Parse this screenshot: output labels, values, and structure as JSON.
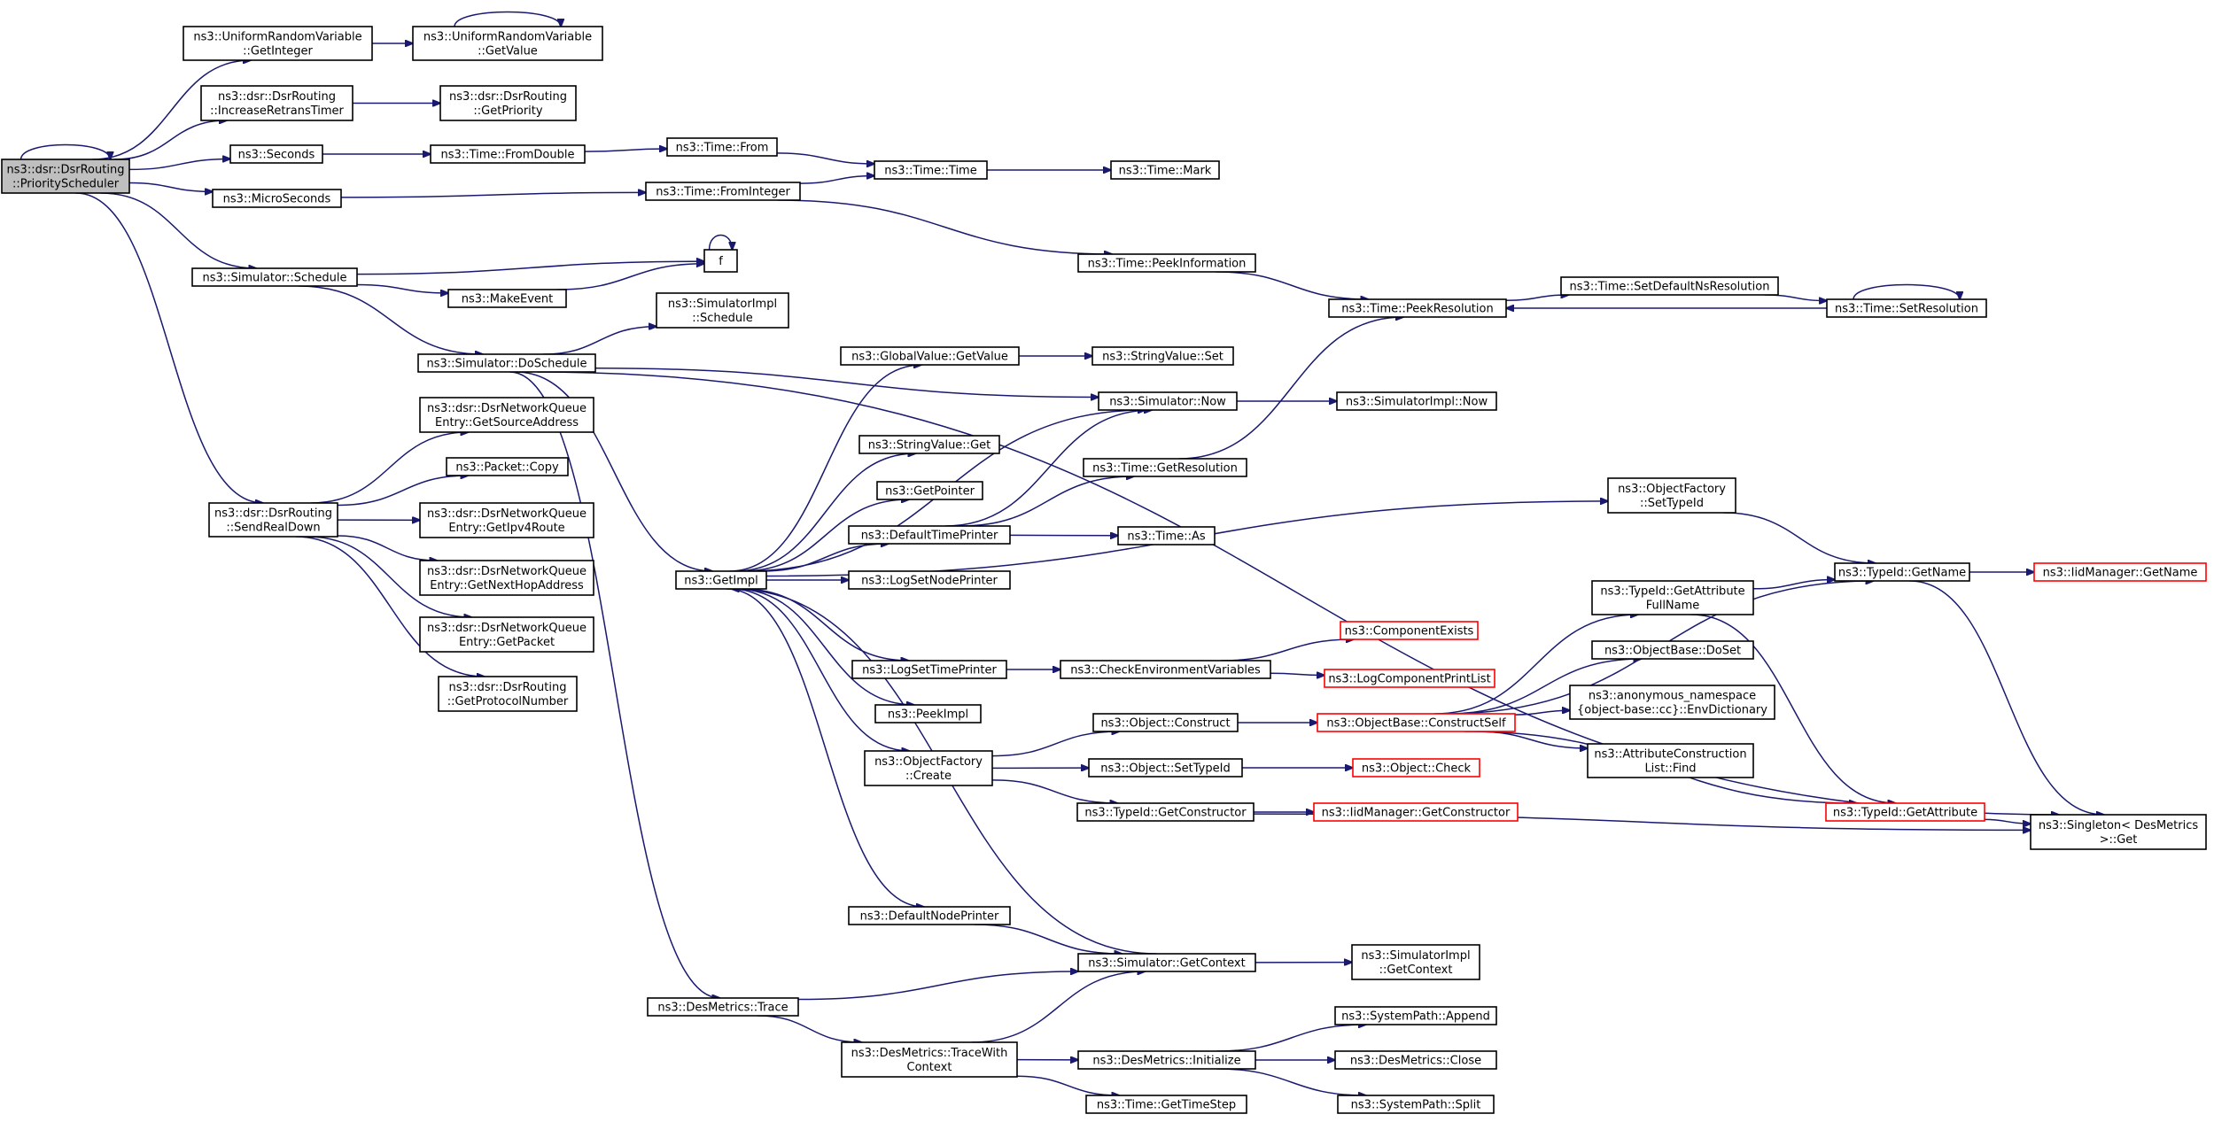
{
  "colors": {
    "edge": "#191970",
    "root_fill": "#bfbfbf",
    "truncated_border": "#ff0000"
  },
  "nodes": [
    {
      "id": "root",
      "lines": [
        "ns3::dsr::DsrRouting",
        "::PriorityScheduler"
      ],
      "style": "root"
    },
    {
      "id": "urv_getint",
      "lines": [
        "ns3::UniformRandomVariable",
        "::GetInteger"
      ]
    },
    {
      "id": "urv_getval",
      "lines": [
        "ns3::UniformRandomVariable",
        "::GetValue"
      ]
    },
    {
      "id": "dsr_incretrans",
      "lines": [
        "ns3::dsr::DsrRouting",
        "::IncreaseRetransTimer"
      ]
    },
    {
      "id": "dsr_getprio",
      "lines": [
        "ns3::dsr::DsrRouting",
        "::GetPriority"
      ]
    },
    {
      "id": "seconds",
      "lines": [
        "ns3::Seconds"
      ]
    },
    {
      "id": "time_fromdouble",
      "lines": [
        "ns3::Time::FromDouble"
      ]
    },
    {
      "id": "time_from",
      "lines": [
        "ns3::Time::From"
      ]
    },
    {
      "id": "time_time",
      "lines": [
        "ns3::Time::Time"
      ]
    },
    {
      "id": "time_mark",
      "lines": [
        "ns3::Time::Mark"
      ]
    },
    {
      "id": "microseconds",
      "lines": [
        "ns3::MicroSeconds"
      ]
    },
    {
      "id": "time_frominteger",
      "lines": [
        "ns3::Time::FromInteger"
      ]
    },
    {
      "id": "time_peekinfo",
      "lines": [
        "ns3::Time::PeekInformation"
      ]
    },
    {
      "id": "time_peekres",
      "lines": [
        "ns3::Time::PeekResolution"
      ]
    },
    {
      "id": "time_setdefres",
      "lines": [
        "ns3::Time::SetDefaultNsResolution"
      ]
    },
    {
      "id": "time_setres",
      "lines": [
        "ns3::Time::SetResolution"
      ]
    },
    {
      "id": "sim_schedule",
      "lines": [
        "ns3::Simulator::Schedule"
      ]
    },
    {
      "id": "f",
      "lines": [
        "f"
      ]
    },
    {
      "id": "makeevent",
      "lines": [
        "ns3::MakeEvent"
      ]
    },
    {
      "id": "simimpl_schedule",
      "lines": [
        "ns3::SimulatorImpl",
        "::Schedule"
      ]
    },
    {
      "id": "sim_doschedule",
      "lines": [
        "ns3::Simulator::DoSchedule"
      ]
    },
    {
      "id": "gv_getvalue",
      "lines": [
        "ns3::GlobalValue::GetValue"
      ]
    },
    {
      "id": "sv_set",
      "lines": [
        "ns3::StringValue::Set"
      ]
    },
    {
      "id": "sim_now",
      "lines": [
        "ns3::Simulator::Now"
      ]
    },
    {
      "id": "simimpl_now",
      "lines": [
        "ns3::SimulatorImpl::Now"
      ]
    },
    {
      "id": "nq_getsrc",
      "lines": [
        "ns3::dsr::DsrNetworkQueue",
        "Entry::GetSourceAddress"
      ]
    },
    {
      "id": "packet_copy",
      "lines": [
        "ns3::Packet::Copy"
      ]
    },
    {
      "id": "nq_getipv4",
      "lines": [
        "ns3::dsr::DsrNetworkQueue",
        "Entry::GetIpv4Route"
      ]
    },
    {
      "id": "nq_getnexthop",
      "lines": [
        "ns3::dsr::DsrNetworkQueue",
        "Entry::GetNextHopAddress"
      ]
    },
    {
      "id": "nq_getpacket",
      "lines": [
        "ns3::dsr::DsrNetworkQueue",
        "Entry::GetPacket"
      ]
    },
    {
      "id": "dsr_getproto",
      "lines": [
        "ns3::dsr::DsrRouting",
        "::GetProtocolNumber"
      ]
    },
    {
      "id": "dsr_sendrealdown",
      "lines": [
        "ns3::dsr::DsrRouting",
        "::SendRealDown"
      ]
    },
    {
      "id": "sv_get",
      "lines": [
        "ns3::StringValue::Get"
      ]
    },
    {
      "id": "time_getres",
      "lines": [
        "ns3::Time::GetResolution"
      ]
    },
    {
      "id": "getpointer",
      "lines": [
        "ns3::GetPointer"
      ]
    },
    {
      "id": "defaulttimeprinter",
      "lines": [
        "ns3::DefaultTimePrinter"
      ]
    },
    {
      "id": "time_as",
      "lines": [
        "ns3::Time::As"
      ]
    },
    {
      "id": "getimpl",
      "lines": [
        "ns3::GetImpl"
      ]
    },
    {
      "id": "logsetnodeprinter",
      "lines": [
        "ns3::LogSetNodePrinter"
      ]
    },
    {
      "id": "of_settypeid",
      "lines": [
        "ns3::ObjectFactory",
        "::SetTypeId"
      ]
    },
    {
      "id": "typeid_getname",
      "lines": [
        "ns3::TypeId::GetName"
      ]
    },
    {
      "id": "iidmgr_getname",
      "lines": [
        "ns3::IidManager::GetName"
      ],
      "style": "truncated"
    },
    {
      "id": "typeid_getattrfullname",
      "lines": [
        "ns3::TypeId::GetAttribute",
        "FullName"
      ]
    },
    {
      "id": "componentexists",
      "lines": [
        "ns3::ComponentExists"
      ],
      "style": "truncated"
    },
    {
      "id": "logsettimeprinter",
      "lines": [
        "ns3::LogSetTimePrinter"
      ]
    },
    {
      "id": "checkenvvars",
      "lines": [
        "ns3::CheckEnvironmentVariables"
      ]
    },
    {
      "id": "logcomponentprintlist",
      "lines": [
        "ns3::LogComponentPrintList"
      ],
      "style": "truncated"
    },
    {
      "id": "objectbase_doset",
      "lines": [
        "ns3::ObjectBase::DoSet"
      ]
    },
    {
      "id": "peekimpl",
      "lines": [
        "ns3::PeekImpl"
      ]
    },
    {
      "id": "anon_envdict",
      "lines": [
        "ns3::anonymous_namespace",
        "{object-base::cc}::EnvDictionary"
      ]
    },
    {
      "id": "object_construct",
      "lines": [
        "ns3::Object::Construct"
      ]
    },
    {
      "id": "objectbase_constructself",
      "lines": [
        "ns3::ObjectBase::ConstructSelf"
      ],
      "style": "truncated"
    },
    {
      "id": "attrconstructionlist_find",
      "lines": [
        "ns3::AttributeConstruction",
        "List::Find"
      ]
    },
    {
      "id": "of_create",
      "lines": [
        "ns3::ObjectFactory",
        "::Create"
      ]
    },
    {
      "id": "object_settypeid",
      "lines": [
        "ns3::Object::SetTypeId"
      ]
    },
    {
      "id": "object_check",
      "lines": [
        "ns3::Object::Check"
      ],
      "style": "truncated"
    },
    {
      "id": "typeid_getconstructor",
      "lines": [
        "ns3::TypeId::GetConstructor"
      ]
    },
    {
      "id": "iidmgr_getconstructor",
      "lines": [
        "ns3::IidManager::GetConstructor"
      ],
      "style": "truncated"
    },
    {
      "id": "typeid_getattribute",
      "lines": [
        "ns3::TypeId::GetAttribute"
      ],
      "style": "truncated"
    },
    {
      "id": "singleton_get",
      "lines": [
        "ns3::Singleton< DesMetrics",
        ">::Get"
      ]
    },
    {
      "id": "defaultnodeprinter",
      "lines": [
        "ns3::DefaultNodePrinter"
      ]
    },
    {
      "id": "sim_getcontext",
      "lines": [
        "ns3::Simulator::GetContext"
      ]
    },
    {
      "id": "simimpl_getcontext",
      "lines": [
        "ns3::SimulatorImpl",
        "::GetContext"
      ]
    },
    {
      "id": "desmetrics_trace",
      "lines": [
        "ns3::DesMetrics::Trace"
      ]
    },
    {
      "id": "desmetrics_tracewithcontext",
      "lines": [
        "ns3::DesMetrics::TraceWith",
        "Context"
      ]
    },
    {
      "id": "desmetrics_initialize",
      "lines": [
        "ns3::DesMetrics::Initialize"
      ]
    },
    {
      "id": "systempath_append",
      "lines": [
        "ns3::SystemPath::Append"
      ]
    },
    {
      "id": "desmetrics_close",
      "lines": [
        "ns3::DesMetrics::Close"
      ]
    },
    {
      "id": "systempath_split",
      "lines": [
        "ns3::SystemPath::Split"
      ]
    },
    {
      "id": "time_gettimestep",
      "lines": [
        "ns3::Time::GetTimeStep"
      ]
    }
  ],
  "edges": [
    [
      "root",
      "root"
    ],
    [
      "root",
      "urv_getint"
    ],
    [
      "root",
      "dsr_incretrans"
    ],
    [
      "root",
      "seconds"
    ],
    [
      "root",
      "microseconds"
    ],
    [
      "root",
      "sim_schedule"
    ],
    [
      "root",
      "dsr_sendrealdown"
    ],
    [
      "urv_getint",
      "urv_getval"
    ],
    [
      "urv_getval",
      "urv_getval"
    ],
    [
      "dsr_incretrans",
      "dsr_getprio"
    ],
    [
      "seconds",
      "time_fromdouble"
    ],
    [
      "time_fromdouble",
      "time_from"
    ],
    [
      "time_from",
      "time_time"
    ],
    [
      "time_time",
      "time_mark"
    ],
    [
      "microseconds",
      "time_frominteger"
    ],
    [
      "time_frominteger",
      "time_time"
    ],
    [
      "time_frominteger",
      "time_peekinfo"
    ],
    [
      "time_peekinfo",
      "time_peekres"
    ],
    [
      "time_peekres",
      "time_setdefres"
    ],
    [
      "time_setdefres",
      "time_setres"
    ],
    [
      "time_setres",
      "time_setres"
    ],
    [
      "time_setres",
      "time_peekres"
    ],
    [
      "sim_schedule",
      "f"
    ],
    [
      "sim_schedule",
      "makeevent"
    ],
    [
      "sim_schedule",
      "sim_doschedule"
    ],
    [
      "f",
      "f"
    ],
    [
      "makeevent",
      "f"
    ],
    [
      "sim_doschedule",
      "simimpl_schedule"
    ],
    [
      "sim_doschedule",
      "sim_now"
    ],
    [
      "sim_doschedule",
      "getimpl"
    ],
    [
      "sim_doschedule",
      "singleton_get"
    ],
    [
      "sim_doschedule",
      "desmetrics_trace"
    ],
    [
      "dsr_sendrealdown",
      "nq_getsrc"
    ],
    [
      "dsr_sendrealdown",
      "packet_copy"
    ],
    [
      "dsr_sendrealdown",
      "nq_getipv4"
    ],
    [
      "dsr_sendrealdown",
      "nq_getnexthop"
    ],
    [
      "dsr_sendrealdown",
      "nq_getpacket"
    ],
    [
      "dsr_sendrealdown",
      "dsr_getproto"
    ],
    [
      "getimpl",
      "gv_getvalue"
    ],
    [
      "getimpl",
      "sim_now"
    ],
    [
      "getimpl",
      "sv_get"
    ],
    [
      "getimpl",
      "getpointer"
    ],
    [
      "getimpl",
      "defaulttimeprinter"
    ],
    [
      "getimpl",
      "logsetnodeprinter"
    ],
    [
      "getimpl",
      "of_settypeid"
    ],
    [
      "getimpl",
      "logsettimeprinter"
    ],
    [
      "getimpl",
      "peekimpl"
    ],
    [
      "getimpl",
      "of_create"
    ],
    [
      "getimpl",
      "defaultnodeprinter"
    ],
    [
      "gv_getvalue",
      "sv_set"
    ],
    [
      "sim_now",
      "simimpl_now"
    ],
    [
      "defaulttimeprinter",
      "sim_now"
    ],
    [
      "defaulttimeprinter",
      "time_getres"
    ],
    [
      "defaulttimeprinter",
      "time_as"
    ],
    [
      "time_getres",
      "time_peekres"
    ],
    [
      "of_settypeid",
      "typeid_getname"
    ],
    [
      "typeid_getname",
      "iidmgr_getname"
    ],
    [
      "typeid_getname",
      "singleton_get"
    ],
    [
      "logsettimeprinter",
      "checkenvvars"
    ],
    [
      "checkenvvars",
      "componentexists"
    ],
    [
      "checkenvvars",
      "logcomponentprintlist"
    ],
    [
      "of_create",
      "object_construct"
    ],
    [
      "of_create",
      "object_settypeid"
    ],
    [
      "of_create",
      "typeid_getconstructor"
    ],
    [
      "object_construct",
      "objectbase_constructself"
    ],
    [
      "object_settypeid",
      "object_check"
    ],
    [
      "typeid_getconstructor",
      "iidmgr_getconstructor"
    ],
    [
      "typeid_getconstructor",
      "singleton_get"
    ],
    [
      "objectbase_constructself",
      "typeid_getname"
    ],
    [
      "objectbase_constructself",
      "typeid_getattrfullname"
    ],
    [
      "objectbase_constructself",
      "objectbase_doset"
    ],
    [
      "objectbase_constructself",
      "anon_envdict"
    ],
    [
      "objectbase_constructself",
      "attrconstructionlist_find"
    ],
    [
      "objectbase_constructself",
      "typeid_getattribute"
    ],
    [
      "typeid_getattrfullname",
      "typeid_getname"
    ],
    [
      "typeid_getattrfullname",
      "typeid_getattribute"
    ],
    [
      "typeid_getattribute",
      "singleton_get"
    ],
    [
      "defaultnodeprinter",
      "sim_getcontext"
    ],
    [
      "sim_getcontext",
      "simimpl_getcontext"
    ],
    [
      "sim_getcontext",
      "getimpl"
    ],
    [
      "desmetrics_trace",
      "sim_getcontext"
    ],
    [
      "desmetrics_trace",
      "desmetrics_tracewithcontext"
    ],
    [
      "desmetrics_tracewithcontext",
      "sim_getcontext"
    ],
    [
      "desmetrics_tracewithcontext",
      "desmetrics_initialize"
    ],
    [
      "desmetrics_tracewithcontext",
      "time_gettimestep"
    ],
    [
      "desmetrics_initialize",
      "systempath_append"
    ],
    [
      "desmetrics_initialize",
      "desmetrics_close"
    ],
    [
      "desmetrics_initialize",
      "systempath_split"
    ]
  ]
}
